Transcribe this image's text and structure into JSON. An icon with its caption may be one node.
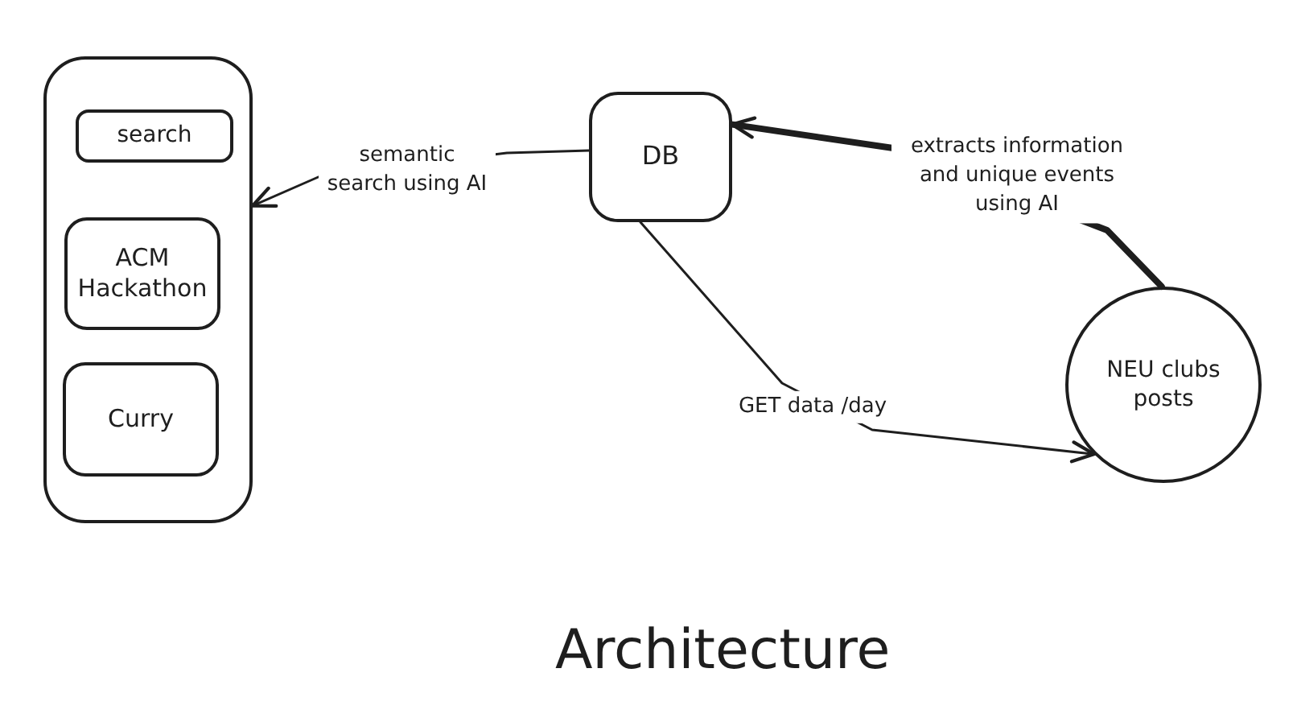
{
  "diagram": {
    "title": "Architecture",
    "nodes": [
      {
        "text": [],
        "shape": "box"
      },
      {
        "text": [
          "search"
        ],
        "in": 0
      },
      {
        "text": [
          "ACM Hackathon"
        ],
        "in": 0
      },
      {
        "text": [
          "Curry"
        ],
        "in": 0
      },
      {
        "text": [
          "DB"
        ]
      },
      {
        "text": [
          "NEU clubs posts"
        ]
      }
    ],
    "edges": [
      {
        "from": 4,
        "to": 0,
        "arrow": "to",
        "label": "semantic search using AI"
      },
      {
        "from": 5,
        "to": 4,
        "arrow": "to",
        "label": "extracts information and unique events using AI",
        "style": "thick"
      },
      {
        "from": 4,
        "to": 5,
        "arrow": "to",
        "label": "GET data /day"
      }
    ]
  }
}
